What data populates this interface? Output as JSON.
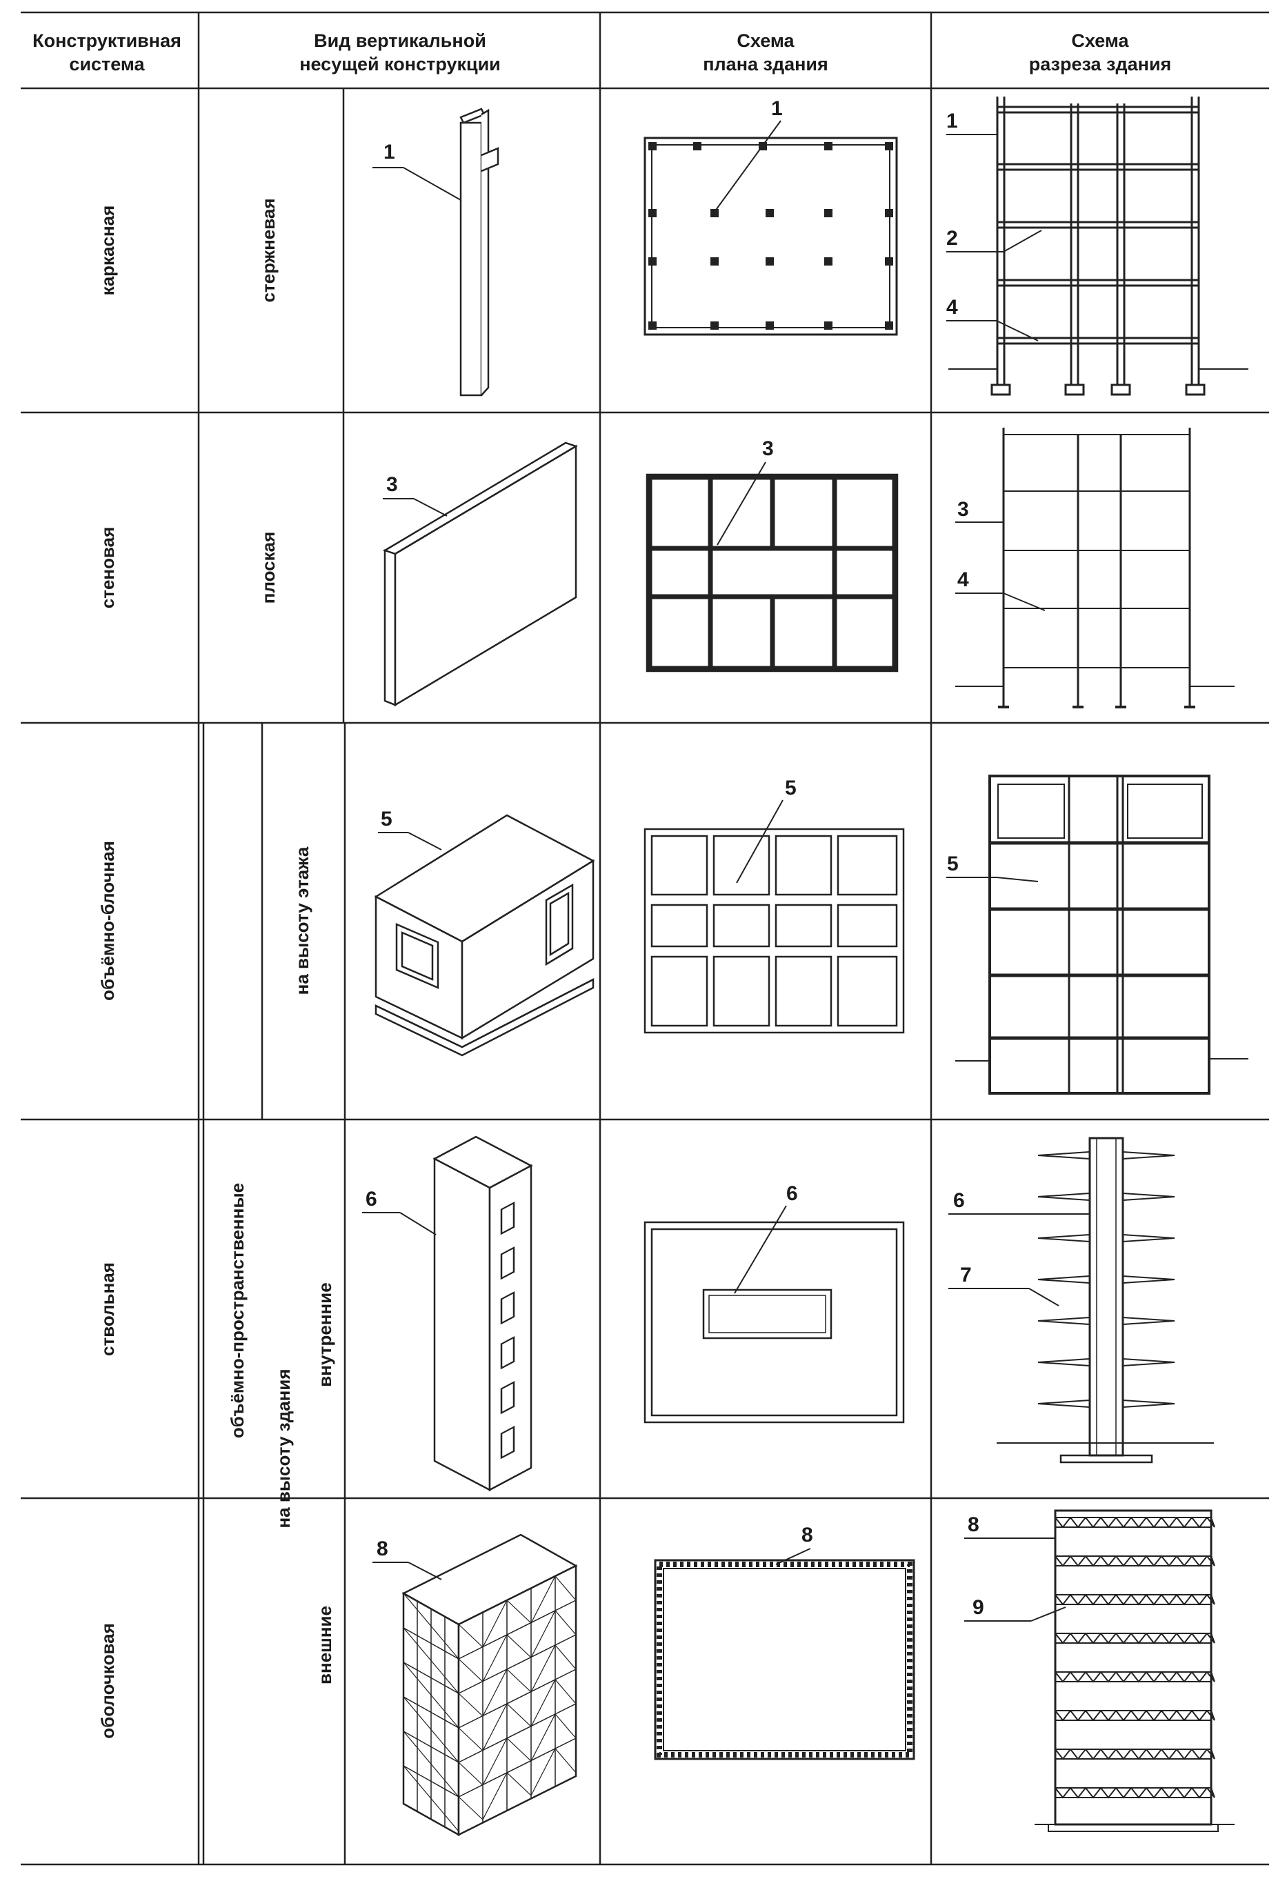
{
  "table": {
    "headers": {
      "system": [
        "Конструктивная",
        "система"
      ],
      "element_view": [
        "Вид вертикальной",
        "несущей конструкции"
      ],
      "plan_scheme": [
        "Схема",
        "плана здания"
      ],
      "section_scheme": [
        "Схема",
        "разреза здания"
      ]
    },
    "rows": [
      {
        "system": "каркасная",
        "element_type": "стержневая"
      },
      {
        "system": "стеновая",
        "element_type": "плоская"
      },
      {
        "system": "объёмно-блочная",
        "element_type": "на высоту этажа"
      },
      {
        "system": "ствольная",
        "element_type": "внутренние"
      },
      {
        "system": "оболочковая",
        "element_type": "внешние"
      }
    ],
    "merged_labels": {
      "spatial_group": "объёмно-пространственные",
      "full_height": "на высоту здания"
    }
  },
  "callouts": {
    "column": "1",
    "crossbar": "2",
    "wall_panel": "3",
    "floor_slab": "4",
    "volume_block": "5",
    "core": "6",
    "cantilever": "7",
    "shell": "8",
    "truss": "9"
  },
  "colors": {
    "line": "#222222",
    "background": "#ffffff"
  }
}
